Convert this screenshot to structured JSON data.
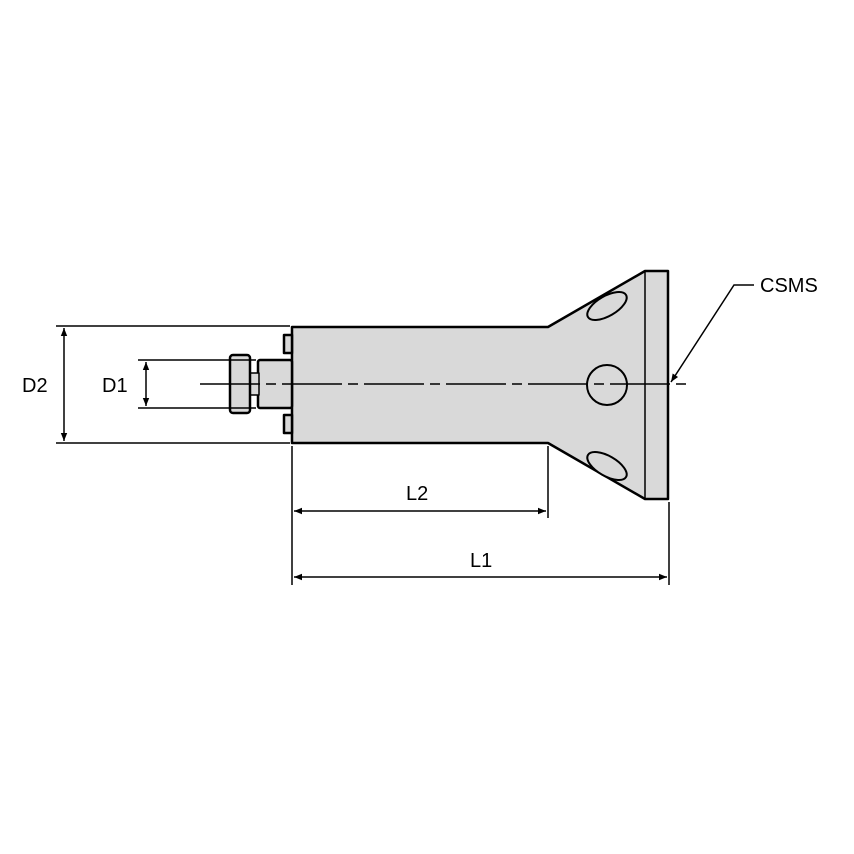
{
  "labels": {
    "d1": "D1",
    "d2": "D2",
    "l1": "L1",
    "l2": "L2",
    "csms": "CSMS"
  },
  "colors": {
    "body_fill": "#d9d9d9",
    "line": "#000000",
    "background": "#ffffff"
  }
}
